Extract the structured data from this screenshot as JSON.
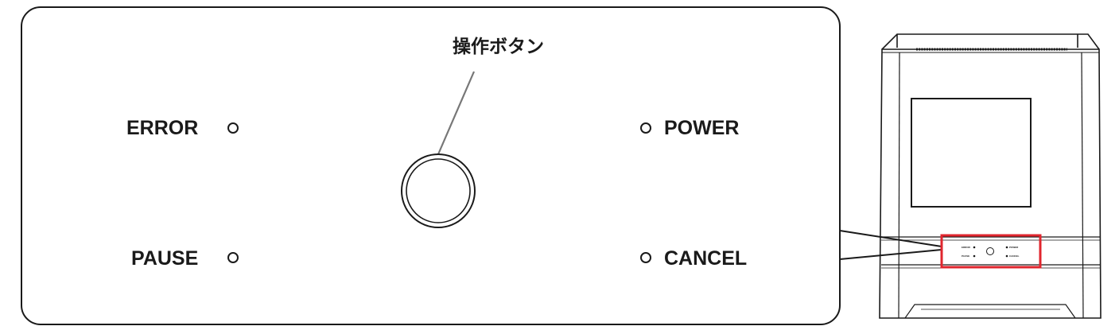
{
  "panel": {
    "error_label": "ERROR",
    "pause_label": "PAUSE",
    "power_label": "POWER",
    "cancel_label": "CANCEL",
    "button_callout": "操作ボタン"
  },
  "device": {
    "mini_error": "ERROR",
    "mini_pause": "PAUSE",
    "mini_power": "POWER",
    "mini_cancel": "CANCEL"
  },
  "colors": {
    "highlight": "#e0262e",
    "stroke": "#1a1a1a"
  }
}
